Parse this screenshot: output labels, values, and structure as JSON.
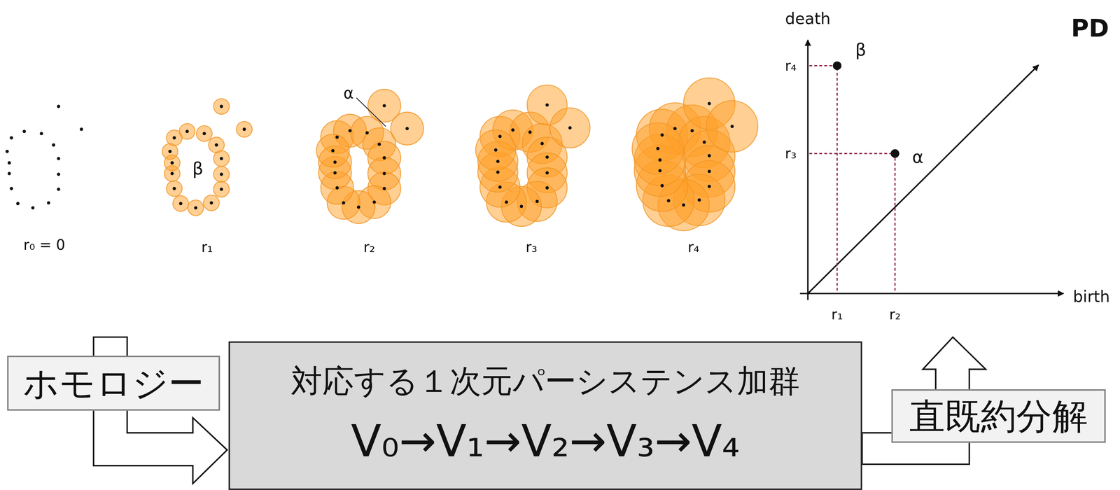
{
  "diagram": {
    "nodes": [
      {
        "text": [
          "ホモロジー"
        ]
      },
      {
        "text": [
          "対応する１次元パーシステンス加群",
          "V₀→V₁→V₂→V₃→V₄"
        ]
      },
      {
        "text": [
          "直既約分解"
        ]
      }
    ],
    "labels": [
      "r₀ = 0",
      "r₁",
      "r₂",
      "r₃",
      "r₄",
      "β",
      "α",
      "PD",
      "death",
      "r₄",
      "r₃",
      "β",
      "α",
      "birth",
      "r₁",
      "r₂"
    ]
  }
}
